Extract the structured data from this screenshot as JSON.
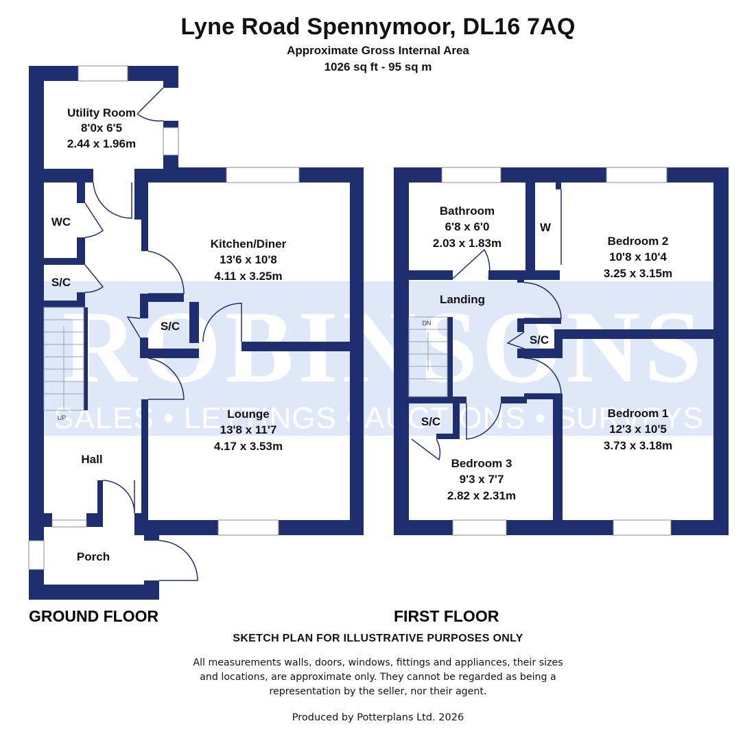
{
  "header": {
    "title": "Lyne Road Spennymoor, DL16 7AQ",
    "area_label": "Approximate Gross Internal Area",
    "area_value": "1026 sq ft - 95 sq m"
  },
  "watermark": {
    "brand": "ROBINSONS",
    "tagline": "SALES • LETTINGS • AUCTIONS • SURVEYS"
  },
  "ground_floor": {
    "label": "GROUND FLOOR",
    "rooms": {
      "utility": {
        "name": "Utility Room",
        "imperial": "8'0x 6'5",
        "metric": "2.44 x 1.96m"
      },
      "wc": {
        "name": "WC"
      },
      "sc_hall": {
        "name": "S/C"
      },
      "kitchen": {
        "name": "Kitchen/Diner",
        "imperial": "13'6 x 10'8",
        "metric": "4.11 x 3.25m"
      },
      "sc_kitchen": {
        "name": "S/C"
      },
      "lounge": {
        "name": "Lounge",
        "imperial": "13'8 x 11'7",
        "metric": "4.17 x 3.53m"
      },
      "hall": {
        "name": "Hall"
      },
      "porch": {
        "name": "Porch"
      }
    },
    "stairs_label": "UP"
  },
  "first_floor": {
    "label": "FIRST FLOOR",
    "rooms": {
      "bathroom": {
        "name": "Bathroom",
        "imperial": "6'8 x 6'0",
        "metric": "2.03 x 1.83m"
      },
      "wardrobe": {
        "name": "W"
      },
      "bedroom2": {
        "name": "Bedroom 2",
        "imperial": "10'8 x 10'4",
        "metric": "3.25 x 3.15m"
      },
      "landing": {
        "name": "Landing"
      },
      "sc_landing": {
        "name": "S/C"
      },
      "bedroom1": {
        "name": "Bedroom 1",
        "imperial": "12'3 x 10'5",
        "metric": "3.73 x 3.18m"
      },
      "sc_bed3": {
        "name": "S/C"
      },
      "bedroom3": {
        "name": "Bedroom 3",
        "imperial": "9'3 x 7'7",
        "metric": "2.82 x 2.31m"
      }
    },
    "stairs_label": "DN"
  },
  "footer": {
    "disclaimer_heading": "SKETCH PLAN FOR ILLUSTRATIVE PURPOSES ONLY",
    "disclaimer_body": "All measurements walls, doors, windows, fittings and appliances, their sizes and locations, are approximate only. They cannot be regarded as being a representation by the seller, nor their agent.",
    "producer": "Produced by Potterplans Ltd. 2026"
  },
  "colors": {
    "wall": "#1e2e6e",
    "watermark_band": "#dfe8f8",
    "watermark_text": "#ffffff"
  }
}
